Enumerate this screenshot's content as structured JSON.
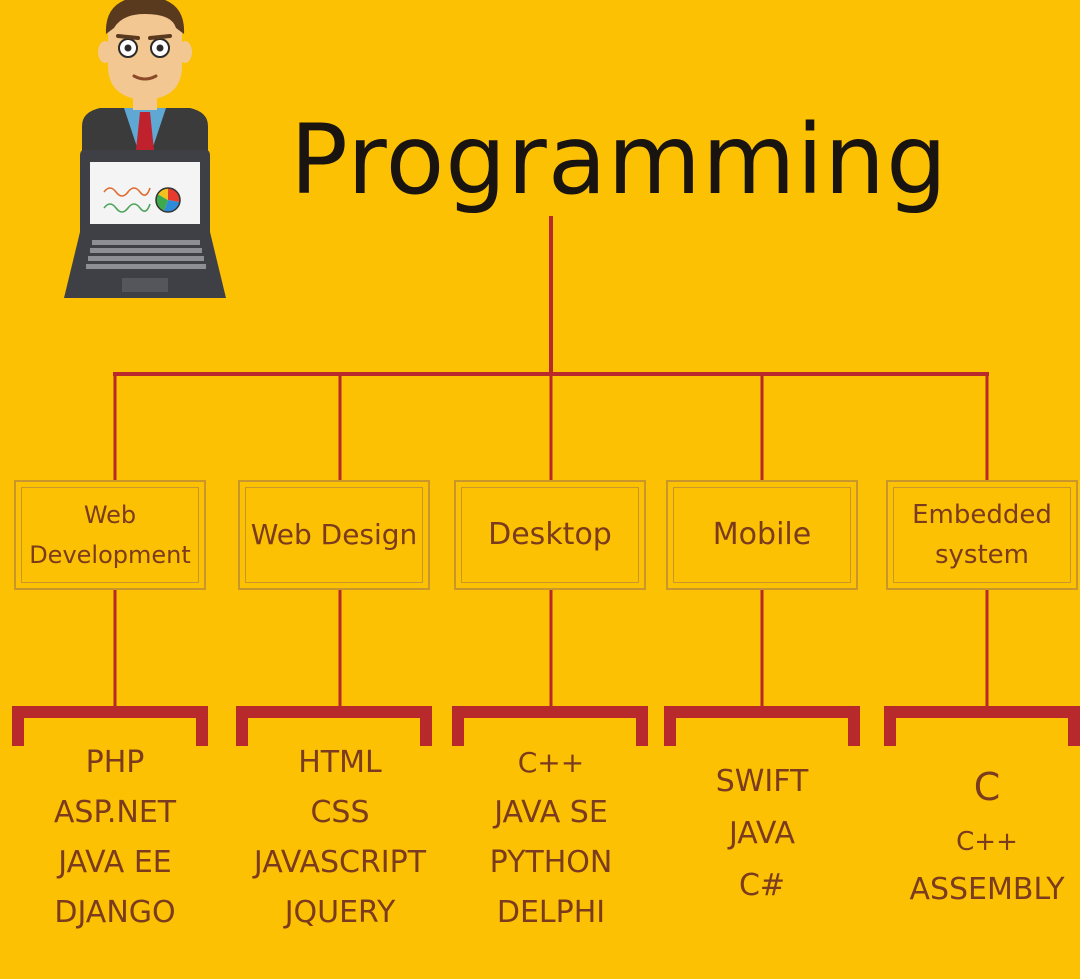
{
  "title": "Programming",
  "colors": {
    "background": "#FCC102",
    "line": "#B7292A",
    "text": "#7A3B1E",
    "title": "#1A1410",
    "frame": "#C8962A",
    "skin": "#F2C792",
    "hair": "#5A3A1E",
    "suit": "#3B3B3B",
    "shirt": "#5FA8D3",
    "tie": "#C0222D",
    "laptop": "#3F4045",
    "screen": "#F4F4F4"
  },
  "categories": [
    {
      "name": "Web\nDevelopment",
      "languages": [
        "PHP",
        "ASP.NET",
        "JAVA EE",
        "DJANGO"
      ]
    },
    {
      "name": "Web Design",
      "languages": [
        "HTML",
        "CSS",
        "JAVASCRIPT",
        "JQUERY"
      ]
    },
    {
      "name": "Desktop",
      "languages": [
        "C++",
        "JAVA SE",
        "PYTHON",
        "DELPHI"
      ]
    },
    {
      "name": "Mobile",
      "languages": [
        "SWIFT",
        "JAVA",
        "C#"
      ]
    },
    {
      "name": "Embedded\nsystem",
      "languages": [
        "C",
        "C++",
        "ASSEMBLY"
      ]
    }
  ],
  "icons": [
    "programmer-icon",
    "laptop-icon",
    "pie-chart-icon"
  ]
}
